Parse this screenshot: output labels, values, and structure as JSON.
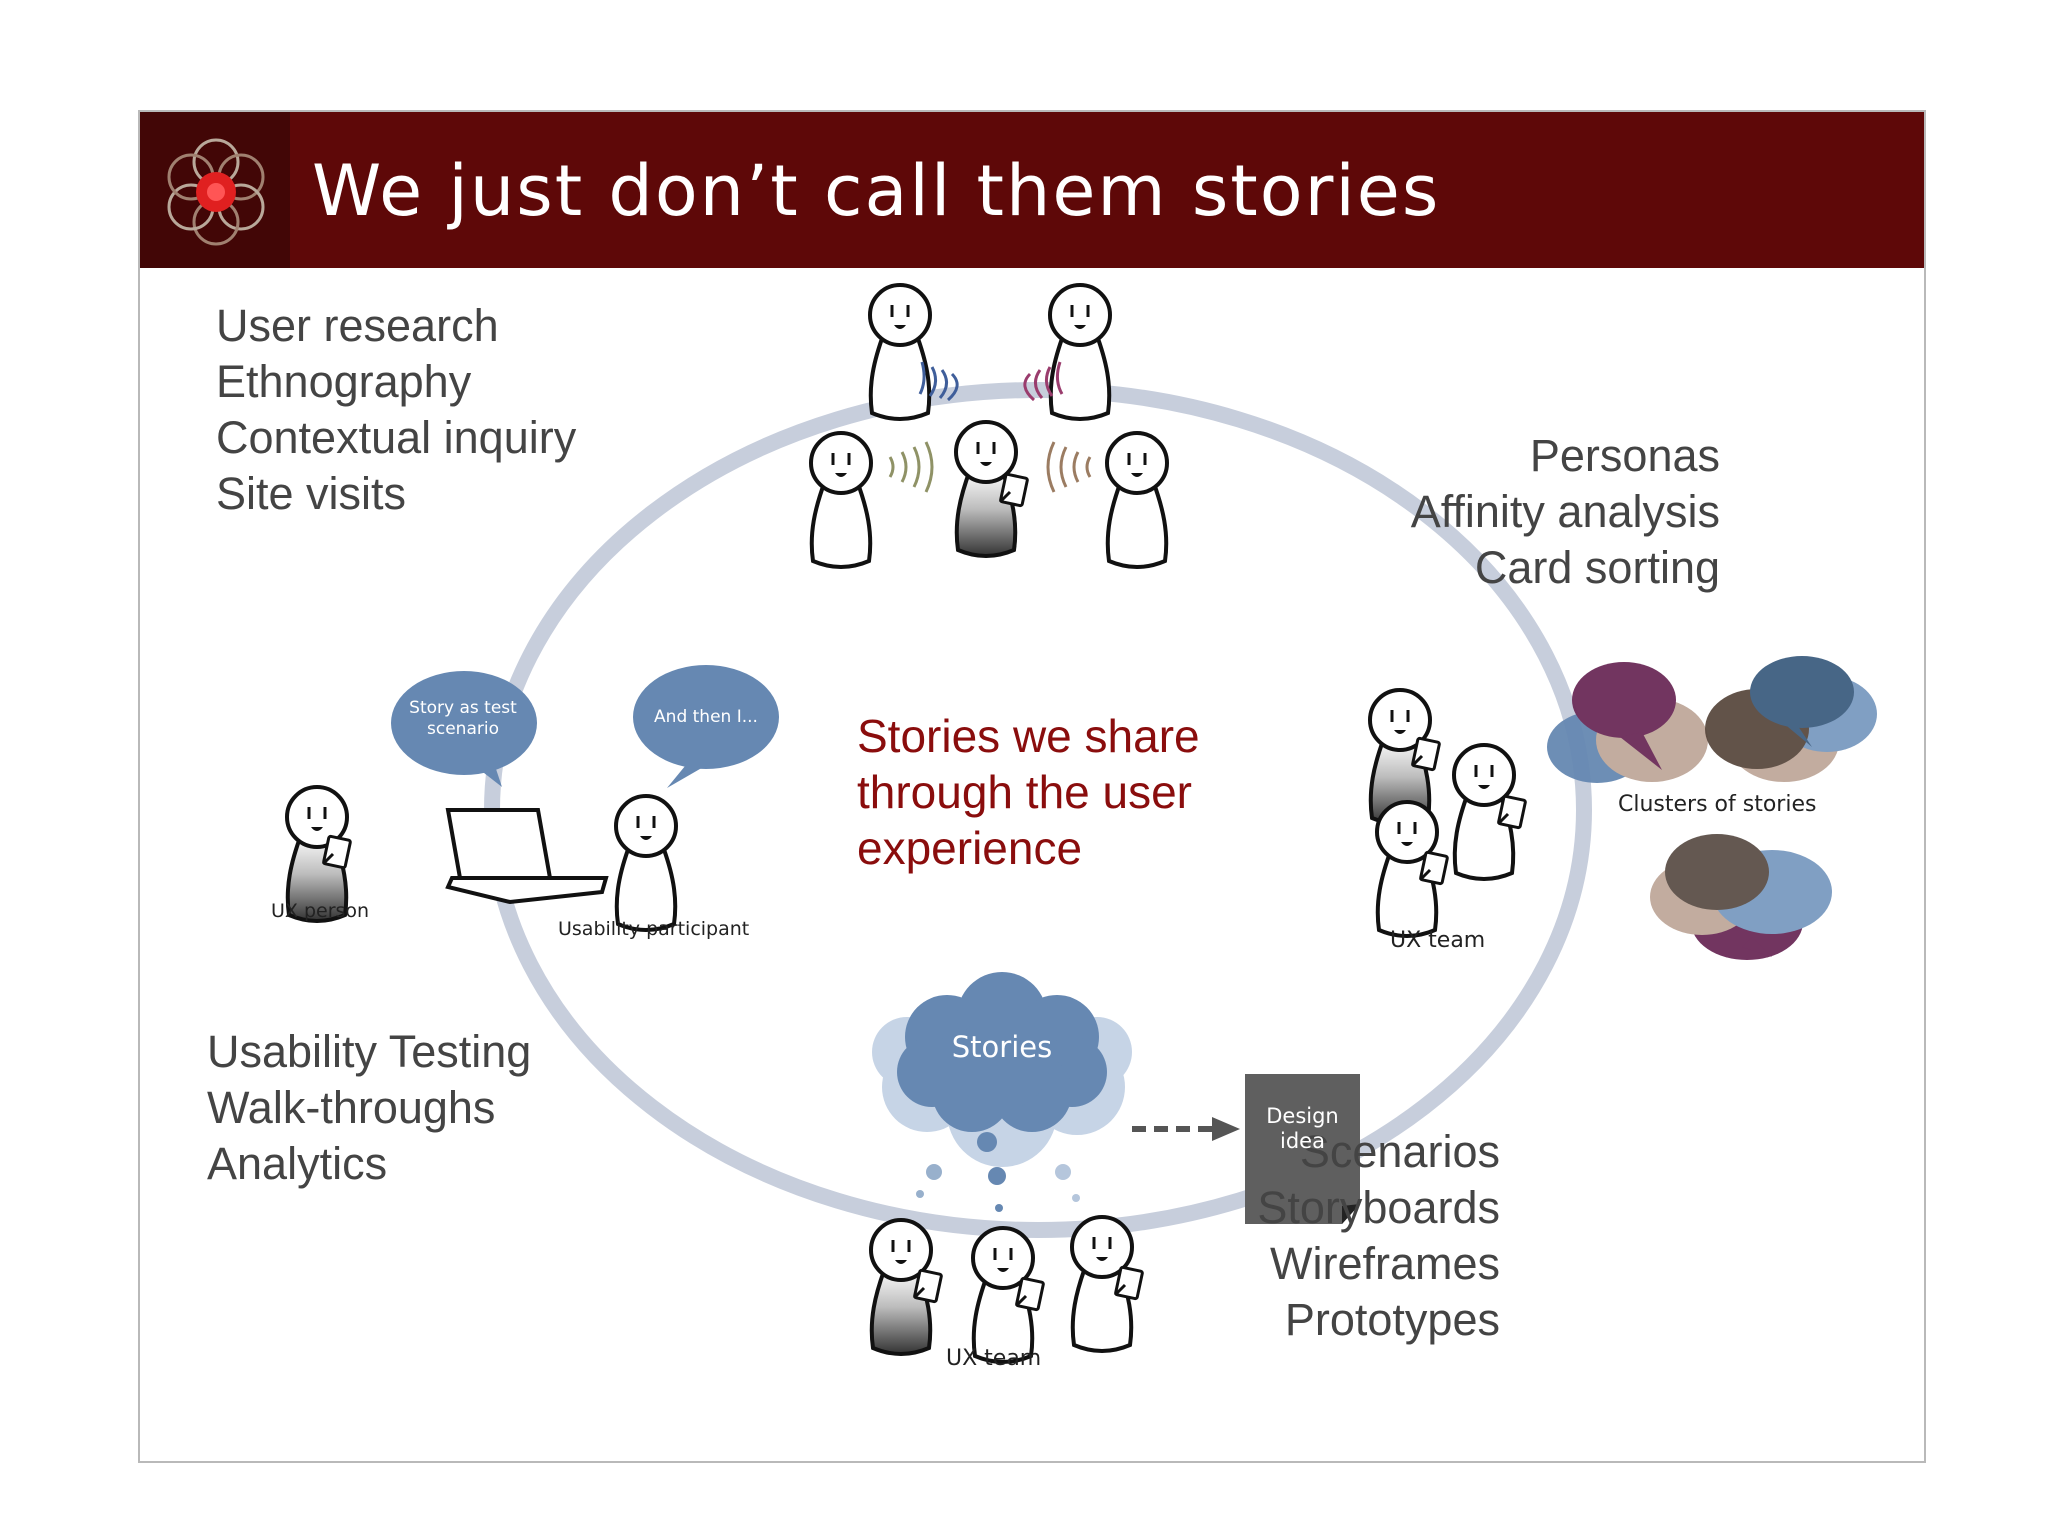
{
  "slide": {
    "title": "We just don’t call them stories"
  },
  "research": {
    "lines": [
      "User research",
      "Ethnography",
      "Contextual  inquiry",
      "Site visits"
    ]
  },
  "analysis": {
    "lines": [
      "Personas",
      "Affinity analysis",
      "Card sorting"
    ]
  },
  "testing": {
    "lines": [
      "Usability Testing",
      "Walk-throughs",
      "Analytics"
    ]
  },
  "design": {
    "lines": [
      "Scenarios",
      "Storyboards",
      "Wireframes",
      "Prototypes"
    ]
  },
  "center_text": {
    "lines": [
      "Stories we share",
      "through the user",
      "experience"
    ]
  },
  "bubbles": {
    "story_test_lines": [
      "Story as test",
      "scenario"
    ],
    "and_then": "And then I..."
  },
  "captions": {
    "ux_person": "UX person",
    "usability_participant": "Usability participant",
    "ux_team_right": "UX team",
    "ux_team_bottom": "UX team",
    "clusters": "Clusters of stories"
  },
  "cloud": {
    "label": "Stories"
  },
  "design_idea": {
    "lines": [
      "Design",
      "idea"
    ]
  },
  "colors": {
    "header_bg": "#5e0808",
    "center_text": "#8a0d0d",
    "bubble": "#6688b2",
    "ring": "#c7cedc",
    "doc": "#5f5f5f"
  }
}
